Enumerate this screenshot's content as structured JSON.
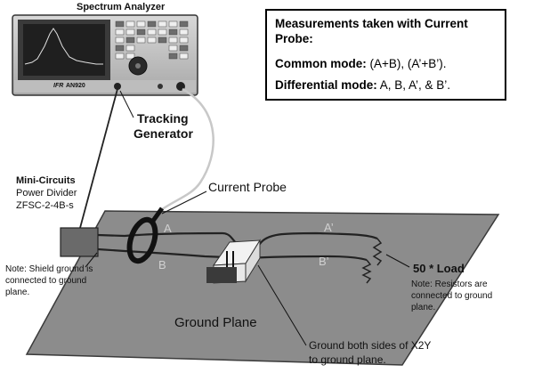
{
  "analyzer": {
    "title": "Spectrum Analyzer",
    "brand": "IFR",
    "model": "AN920",
    "tracking_label_1": "Tracking",
    "tracking_label_2": "Generator"
  },
  "measurements": {
    "heading_1": "Measurements taken with Current",
    "heading_2": "Probe:",
    "common_label": "Common mode:",
    "common_value": " (A+B), (A’+B’).",
    "diff_label": "Differential mode:",
    "diff_value": " A, B, A’, & B’."
  },
  "divider": {
    "brand": "Mini-Circuits",
    "line2": "Power Divider",
    "line3": "ZFSC-2-4B-s"
  },
  "probe_label": "Current Probe",
  "shield_note": [
    "Note: Shield ground is",
    "connected to ground",
    "plane."
  ],
  "lines": {
    "a": "A",
    "b": "B",
    "a_prime": "A’",
    "b_prime": "B’"
  },
  "load": {
    "value": "50 * Load",
    "note": [
      "Note: Resistors are",
      "connected to ground",
      "plane."
    ]
  },
  "ground_plane_label": "Ground Plane",
  "x2y_note": [
    "Ground both sides of X2Y",
    "to ground plane."
  ],
  "colors": {
    "plane": "#8c8c8c",
    "plane_edge": "#3a3a3a",
    "divider_box": "#6a6a6a",
    "wire": "#222222",
    "probe_cable": "#c8c8c8"
  }
}
